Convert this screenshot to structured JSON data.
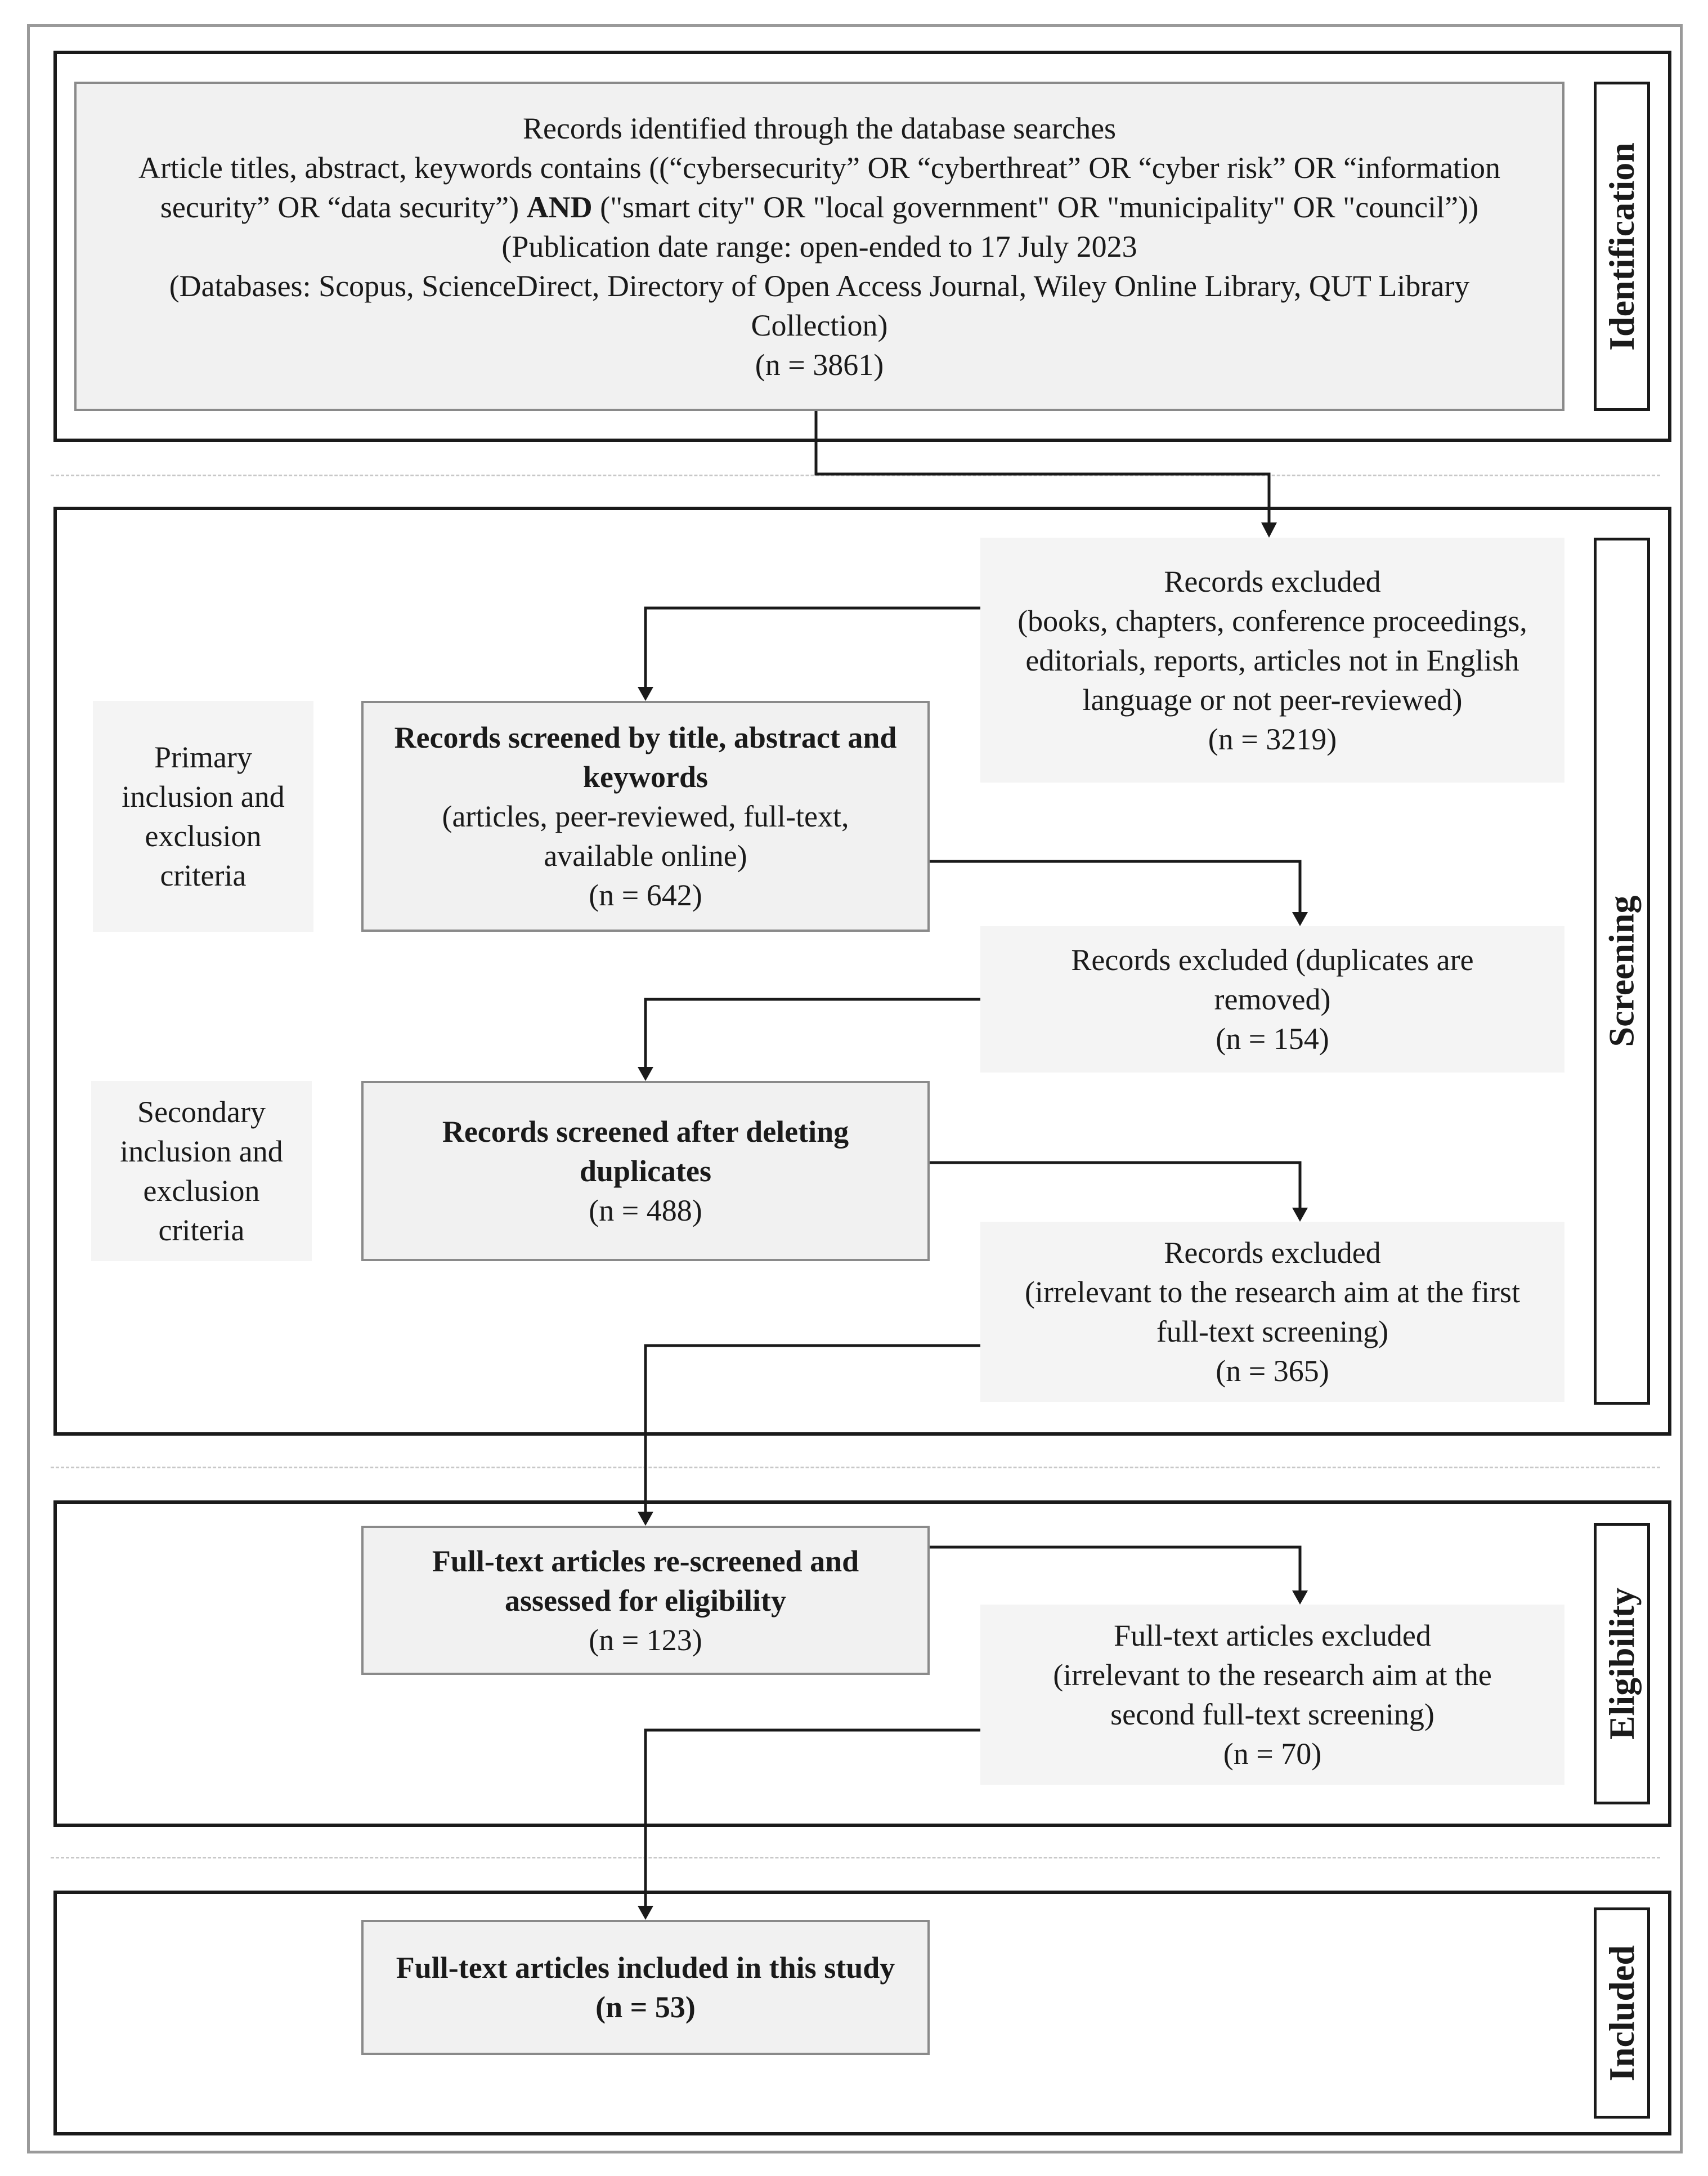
{
  "stages": {
    "identification": "Identification",
    "screening": "Screening",
    "eligibility": "Eligibility",
    "included": "Included"
  },
  "identification_box": {
    "line1": "Records identified through the database searches",
    "line2": "Article titles, abstract, keywords contains ((“cybersecurity” OR “cyberthreat” OR “cyber risk” OR “information",
    "line3a": "security” OR “data security”) ",
    "line3_and": "AND",
    "line3b": " (\"smart city\" OR \"local government\" OR \"municipality\" OR \"council”))",
    "line4": "(Publication date range: open-ended to 17 July 2023",
    "line5": "(Databases: Scopus, ScienceDirect, Directory of Open Access Journal, Wiley Online Library, QUT Library",
    "line6": "Collection)",
    "count": "(n = 3861)"
  },
  "excluded_1": {
    "line1": "Records excluded",
    "line2": "(books, chapters, conference proceedings,",
    "line3": "editorials, reports, articles not in English",
    "line4": "language or not peer-reviewed)",
    "count": "(n = 3219)"
  },
  "primary_criteria": {
    "line1": "Primary",
    "line2": "inclusion and",
    "line3": "exclusion",
    "line4": "criteria"
  },
  "screened_title": {
    "bold1": "Records screened by title, abstract and",
    "bold2": "keywords",
    "line3": "(articles, peer-reviewed, full-text,",
    "line4": "available online)",
    "count": "(n = 642)"
  },
  "excluded_2": {
    "line1": "Records excluded (duplicates are",
    "line2": "removed)",
    "count": "(n = 154)"
  },
  "secondary_criteria": {
    "line1": "Secondary",
    "line2": "inclusion and",
    "line3": "exclusion",
    "line4": "criteria"
  },
  "screened_dedup": {
    "bold1": "Records screened after deleting",
    "bold2": "duplicates",
    "count": "(n = 488)"
  },
  "excluded_3": {
    "line1": "Records excluded",
    "line2": "(irrelevant to the research aim at the first",
    "line3": "full-text screening)",
    "count": "(n = 365)"
  },
  "rescreened": {
    "bold1": "Full-text articles re-screened and",
    "bold2": "assessed for eligibility",
    "count": "(n = 123)"
  },
  "excluded_4": {
    "line1": "Full-text articles excluded",
    "line2": "(irrelevant to the research aim at the",
    "line3": "second full-text screening)",
    "count": "(n = 70)"
  },
  "included_box": {
    "bold1": "Full-text articles included in this study",
    "bold2": "(n = 53)"
  }
}
